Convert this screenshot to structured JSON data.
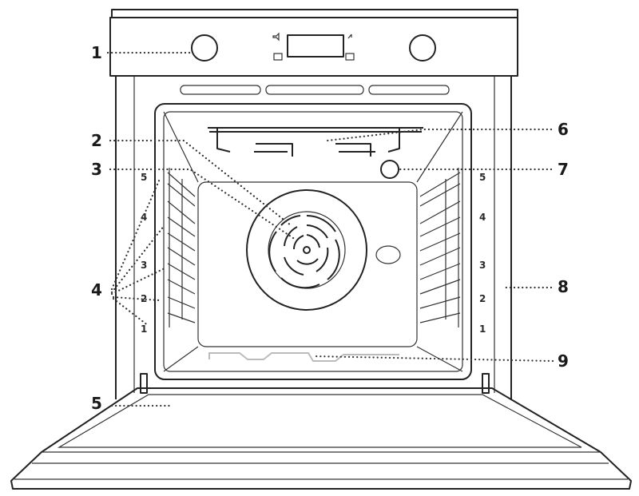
{
  "callouts": [
    {
      "id": "1",
      "label": "1"
    },
    {
      "id": "2",
      "label": "2"
    },
    {
      "id": "3",
      "label": "3"
    },
    {
      "id": "4",
      "label": "4"
    },
    {
      "id": "5",
      "label": "5"
    },
    {
      "id": "6",
      "label": "6"
    },
    {
      "id": "7",
      "label": "7"
    },
    {
      "id": "8",
      "label": "8"
    },
    {
      "id": "9",
      "label": "9"
    }
  ],
  "shelf_levels": {
    "left": [
      "5",
      "4",
      "3",
      "2",
      "1"
    ],
    "right": [
      "5",
      "4",
      "3",
      "2",
      "1"
    ]
  },
  "colors": {
    "line": "#222222",
    "fill": "#ffffff",
    "panel_shade": "#f4f4f4"
  }
}
